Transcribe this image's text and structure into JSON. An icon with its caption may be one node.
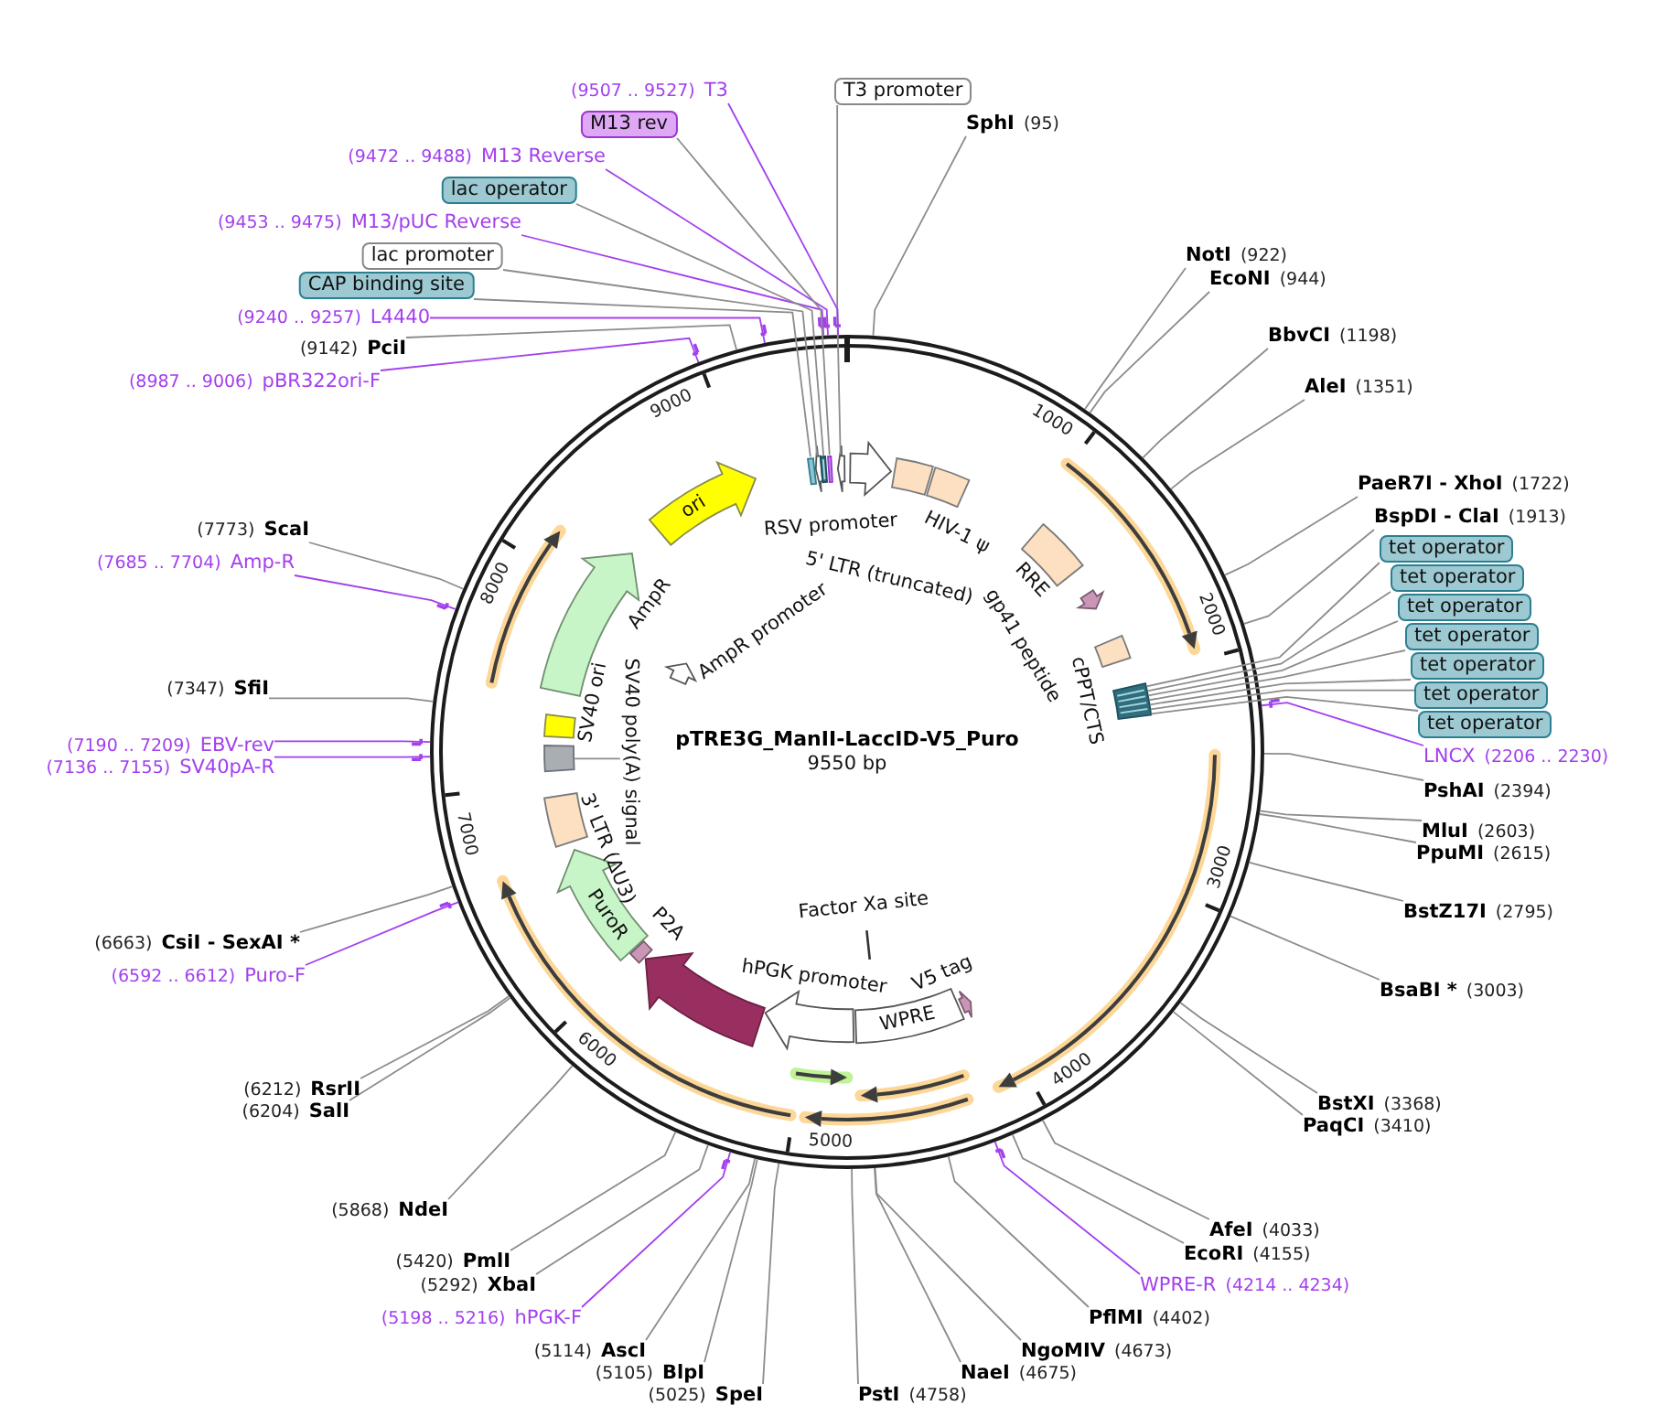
{
  "diagram": {
    "nodes": [
      {
        "text": [
          "pTRE3G_ManII-LaccID-V5_Puro",
          "9550 bp"
        ]
      },
      {
        "text": [],
        "shape": "box",
        "in": 0
      },
      {
        "text": [],
        "shape": "arrow",
        "in": 0
      },
      {
        "text": [],
        "shape": "box",
        "in": 0
      },
      {
        "text": [],
        "shape": "box",
        "in": 0
      },
      {
        "text": [],
        "shape": "arrow",
        "in": 0
      },
      {
        "text": [
          "RSV promoter"
        ],
        "in": 0
      },
      {
        "text": [
          "5' LTR (truncated)"
        ],
        "in": 0
      },
      {
        "text": [
          "HIV-1 ψ"
        ],
        "in": 0
      },
      {
        "text": [
          "RRE"
        ],
        "in": 0
      },
      {
        "text": [
          "gp41 peptide"
        ],
        "in": 0
      },
      {
        "text": [
          "cPPT/CTS"
        ],
        "in": 0
      },
      {
        "text": [],
        "shape": "box",
        "in": 0
      },
      {
        "text": [
          "V5 tag"
        ],
        "in": 0
      },
      {
        "text": [
          "WPRE"
        ],
        "in": 0
      },
      {
        "text": [
          "Factor Xa site"
        ],
        "in": 0
      },
      {
        "text": [
          "hPGK promoter"
        ],
        "in": 0
      },
      {
        "text": [],
        "shape": "arrow",
        "in": 0
      },
      {
        "text": [
          "P2A"
        ],
        "in": 0
      },
      {
        "text": [
          "PuroR"
        ],
        "in": 0
      },
      {
        "text": [
          "3' LTR (ΔU3)"
        ],
        "in": 0
      },
      {
        "text": [],
        "shape": "box",
        "in": 0
      },
      {
        "text": [
          "SV40 ori"
        ],
        "in": 0
      },
      {
        "text": [
          "AmpR promoter"
        ],
        "in": 0
      },
      {
        "text": [
          "AmpR"
        ],
        "in": 0
      },
      {
        "text": [
          "ori"
        ],
        "in": 0
      },
      {
        "text": [
          "T3 promoter"
        ]
      },
      {
        "text": [
          "SphI",
          "(95)"
        ]
      },
      {
        "text": [
          "NotI",
          "(922)"
        ]
      },
      {
        "text": [
          "EcoNI",
          "(944)"
        ]
      },
      {
        "text": [
          "BbvCI",
          "(1198)"
        ]
      },
      {
        "text": [
          "AleI",
          "(1351)"
        ]
      },
      {
        "text": [
          "PaeR7I - XhoI",
          "(1722)"
        ]
      },
      {
        "text": [
          "BspDI - ClaI",
          "(1913)"
        ]
      },
      {
        "text": [
          "tet operator"
        ]
      },
      {
        "text": [
          "tet operator"
        ]
      },
      {
        "text": [
          "tet operator"
        ]
      },
      {
        "text": [
          "tet operator"
        ]
      },
      {
        "text": [
          "tet operator"
        ]
      },
      {
        "text": [
          "tet operator"
        ]
      },
      {
        "text": [
          "tet operator"
        ]
      },
      {
        "text": [
          "LNCX",
          "(2206 .. 2230)"
        ]
      },
      {
        "text": [
          "PshAI",
          "(2394)"
        ]
      },
      {
        "text": [
          "MluI",
          "(2603)"
        ]
      },
      {
        "text": [
          "PpuMI",
          "(2615)"
        ]
      },
      {
        "text": [
          "BstZ17I",
          "(2795)"
        ]
      },
      {
        "text": [
          "BsaBI *",
          "(3003)"
        ]
      },
      {
        "text": [
          "BstXI",
          "(3368)"
        ]
      },
      {
        "text": [
          "PaqCI",
          "(3410)"
        ]
      },
      {
        "text": [
          "AfeI",
          "(4033)"
        ]
      },
      {
        "text": [
          "EcoRI",
          "(4155)"
        ]
      },
      {
        "text": [
          "WPRE-R",
          "(4214 .. 4234)"
        ]
      },
      {
        "text": [
          "PflMI",
          "(4402)"
        ]
      },
      {
        "text": [
          "NgoMIV",
          "(4673)"
        ]
      },
      {
        "text": [
          "NaeI",
          "(4675)"
        ]
      },
      {
        "text": [
          "PstI",
          "(4758)"
        ]
      },
      {
        "text": [
          "(5025)",
          "SpeI"
        ]
      },
      {
        "text": [
          "(5105)",
          "BlpI"
        ]
      },
      {
        "text": [
          "(5114)",
          "AscI"
        ]
      },
      {
        "text": [
          "(5198 .. 5216)",
          "hPGK-F"
        ]
      },
      {
        "text": [
          "(5292)",
          "XbaI"
        ]
      },
      {
        "text": [
          "(5420)",
          "PmlI"
        ]
      },
      {
        "text": [
          "(5868)",
          "NdeI"
        ]
      },
      {
        "text": [
          "(6204)",
          "SalI"
        ]
      },
      {
        "text": [
          "(6212)",
          "RsrII"
        ]
      },
      {
        "text": [
          "(6592 .. 6612)",
          "Puro-F"
        ]
      },
      {
        "text": [
          "(6663)",
          "CsiI - SexAI *"
        ]
      },
      {
        "text": [
          "(7136 .. 7155)",
          "SV40pA-R"
        ]
      },
      {
        "text": [
          "(7190 .. 7209)",
          "EBV-rev"
        ]
      },
      {
        "text": [
          "(7347)",
          "SfiI"
        ]
      },
      {
        "text": [
          "(7685 .. 7704)",
          "Amp-R"
        ]
      },
      {
        "text": [
          "(7773)",
          "ScaI"
        ]
      },
      {
        "text": [
          "(8987 .. 9006)",
          "pBR322ori-F"
        ]
      },
      {
        "text": [
          "(9142)",
          "PciI"
        ]
      },
      {
        "text": [
          "(9240 .. 9257)",
          "L4440"
        ]
      },
      {
        "text": [
          "CAP binding site"
        ]
      },
      {
        "text": [
          "lac promoter"
        ]
      },
      {
        "text": [
          "(9453 .. 9475)",
          "M13/pUC Reverse"
        ]
      },
      {
        "text": [
          "lac operator"
        ]
      },
      {
        "text": [
          "(9472 .. 9488)",
          "M13 Reverse"
        ]
      },
      {
        "text": [
          "M13 rev"
        ]
      },
      {
        "text": [
          "(9507 .. 9527)",
          "T3"
        ]
      },
      {
        "text": [
          "SV40 poly(A) signal"
        ],
        "in": 0
      }
    ],
    "edges": [
      {
        "from": 26,
        "to": 5,
        "arrow": "none"
      },
      {
        "from": 27,
        "to": 0,
        "arrow": "none"
      },
      {
        "from": 28,
        "to": 0,
        "arrow": "none"
      },
      {
        "from": 29,
        "to": 0,
        "arrow": "none"
      },
      {
        "from": 30,
        "to": 0,
        "arrow": "none"
      },
      {
        "from": 31,
        "to": 0,
        "arrow": "none"
      },
      {
        "from": 32,
        "to": 0,
        "arrow": "none"
      },
      {
        "from": 33,
        "to": 0,
        "arrow": "none"
      },
      {
        "from": 34,
        "to": 12,
        "arrow": "none"
      },
      {
        "from": 35,
        "to": 12,
        "arrow": "none"
      },
      {
        "from": 36,
        "to": 12,
        "arrow": "none"
      },
      {
        "from": 37,
        "to": 12,
        "arrow": "none"
      },
      {
        "from": 38,
        "to": 12,
        "arrow": "none"
      },
      {
        "from": 39,
        "to": 12,
        "arrow": "none"
      },
      {
        "from": 40,
        "to": 12,
        "arrow": "none"
      },
      {
        "from": 41,
        "to": 0,
        "arrow": "none",
        "color": "#a340ee"
      },
      {
        "from": 42,
        "to": 0,
        "arrow": "none"
      },
      {
        "from": 43,
        "to": 0,
        "arrow": "none"
      },
      {
        "from": 44,
        "to": 0,
        "arrow": "none"
      },
      {
        "from": 45,
        "to": 0,
        "arrow": "none"
      },
      {
        "from": 46,
        "to": 0,
        "arrow": "none"
      },
      {
        "from": 47,
        "to": 0,
        "arrow": "none"
      },
      {
        "from": 48,
        "to": 0,
        "arrow": "none"
      },
      {
        "from": 49,
        "to": 0,
        "arrow": "none"
      },
      {
        "from": 50,
        "to": 0,
        "arrow": "none"
      },
      {
        "from": 51,
        "to": 0,
        "arrow": "none",
        "color": "#a340ee"
      },
      {
        "from": 52,
        "to": 0,
        "arrow": "none"
      },
      {
        "from": 53,
        "to": 0,
        "arrow": "none"
      },
      {
        "from": 54,
        "to": 0,
        "arrow": "none"
      },
      {
        "from": 55,
        "to": 0,
        "arrow": "none"
      },
      {
        "from": 56,
        "to": 0,
        "arrow": "none"
      },
      {
        "from": 57,
        "to": 0,
        "arrow": "none"
      },
      {
        "from": 58,
        "to": 0,
        "arrow": "none"
      },
      {
        "from": 59,
        "to": 0,
        "arrow": "none",
        "color": "#a340ee"
      },
      {
        "from": 60,
        "to": 0,
        "arrow": "none"
      },
      {
        "from": 61,
        "to": 0,
        "arrow": "none"
      },
      {
        "from": 62,
        "to": 0,
        "arrow": "none"
      },
      {
        "from": 63,
        "to": 0,
        "arrow": "none"
      },
      {
        "from": 64,
        "to": 0,
        "arrow": "none"
      },
      {
        "from": 65,
        "to": 0,
        "arrow": "none",
        "color": "#a340ee"
      },
      {
        "from": 66,
        "to": 0,
        "arrow": "none"
      },
      {
        "from": 67,
        "to": 0,
        "arrow": "none",
        "color": "#a340ee"
      },
      {
        "from": 68,
        "to": 0,
        "arrow": "none",
        "color": "#a340ee"
      },
      {
        "from": 69,
        "to": 0,
        "arrow": "none"
      },
      {
        "from": 70,
        "to": 0,
        "arrow": "none",
        "color": "#a340ee"
      },
      {
        "from": 71,
        "to": 0,
        "arrow": "none"
      },
      {
        "from": 72,
        "to": 0,
        "arrow": "none",
        "color": "#a340ee"
      },
      {
        "from": 73,
        "to": 0,
        "arrow": "none"
      },
      {
        "from": 74,
        "to": 0,
        "arrow": "none",
        "color": "#a340ee"
      },
      {
        "from": 75,
        "to": 1,
        "arrow": "none"
      },
      {
        "from": 76,
        "to": 2,
        "arrow": "none"
      },
      {
        "from": 77,
        "to": 0,
        "arrow": "none",
        "color": "#a340ee"
      },
      {
        "from": 78,
        "to": 3,
        "arrow": "none"
      },
      {
        "from": 79,
        "to": 0,
        "arrow": "none",
        "color": "#a340ee"
      },
      {
        "from": 80,
        "to": 4,
        "arrow": "none"
      },
      {
        "from": 81,
        "to": 0,
        "arrow": "none",
        "color": "#a340ee"
      },
      {
        "from": 82,
        "to": 21,
        "arrow": "none"
      }
    ],
    "labels": [
      "1000",
      "2000",
      "3000",
      "4000",
      "5000",
      "6000",
      "7000",
      "8000",
      "9000"
    ]
  }
}
